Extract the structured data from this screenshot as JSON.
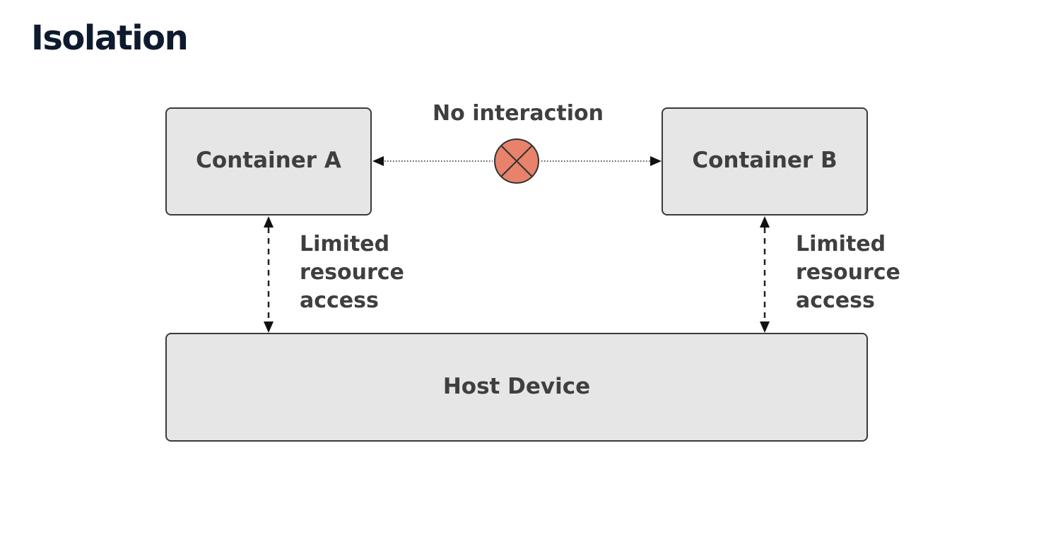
{
  "page": {
    "title": "Isolation"
  },
  "diagram": {
    "nodes": {
      "container_a": "Container A",
      "container_b": "Container B",
      "host_device": "Host Device"
    },
    "edges": {
      "no_interaction": "No interaction",
      "access_a": [
        "Limited",
        "resource",
        "access"
      ],
      "access_b": [
        "Limited",
        "resource",
        "access"
      ]
    },
    "colors": {
      "box_fill": "#e6e6e6",
      "blocked_marker": "#e8826b"
    },
    "icons": {
      "blocked_marker": "blocked-x-circle-icon"
    }
  }
}
